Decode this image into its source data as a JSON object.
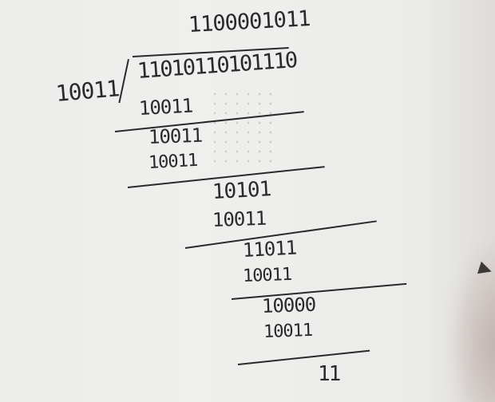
{
  "board": {
    "background": "#ededeb",
    "ink_color": "#2a2a2a"
  },
  "quotient": "1100001011",
  "divisor": "10011",
  "dividend": "11010110101110",
  "steps": [
    {
      "subtrahend": "10011"
    },
    {
      "remainder": "10011",
      "subtrahend": "10011"
    },
    {
      "remainder": "10101",
      "subtrahend": "10011"
    },
    {
      "remainder": "11011",
      "subtrahend": "10011"
    },
    {
      "remainder": "10000",
      "subtrahend": "10011"
    }
  ],
  "final_remainder": "11",
  "annotations": {
    "hand": "person-hand-holding-marker"
  }
}
